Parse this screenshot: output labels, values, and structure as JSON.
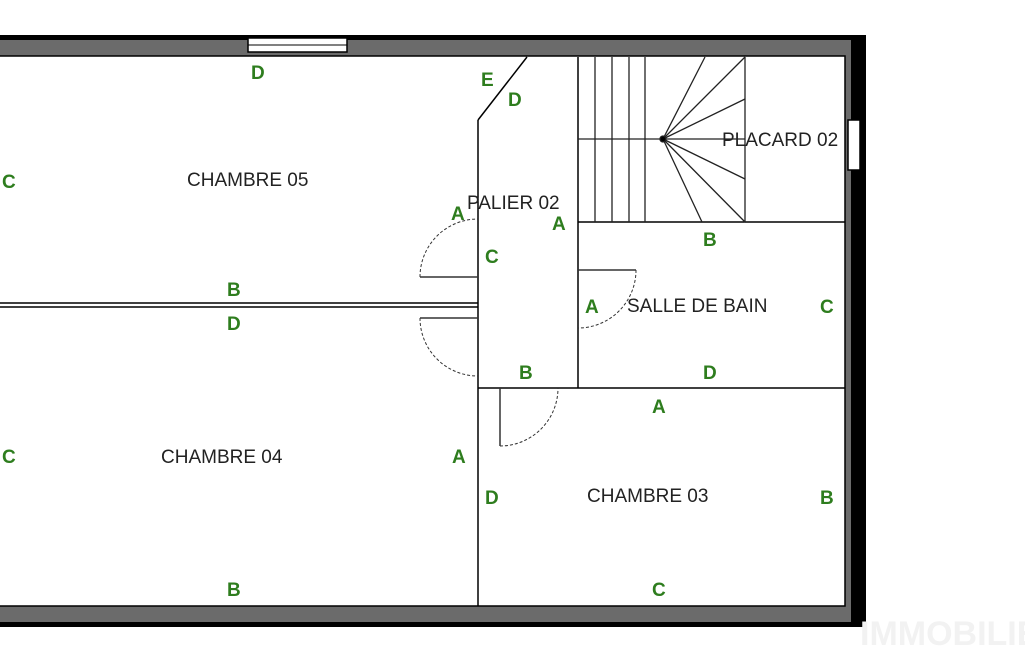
{
  "rooms": {
    "chambre05": "CHAMBRE 05",
    "chambre04": "CHAMBRE 04",
    "chambre03": "CHAMBRE 03",
    "palier02": "PALIER 02",
    "placard02": "PLACARD 02",
    "salle_de_bain": "SALLE DE BAIN"
  },
  "wall_labels": {
    "c05_top": "D",
    "c05_left": "C",
    "c05_right": "A",
    "c05_bottom": "B",
    "c04_top": "D",
    "c04_left": "C",
    "c04_right": "A",
    "c04_bottom": "B",
    "pal_e": "E",
    "pal_d": "D",
    "pal_c": "C",
    "pal_a": "A",
    "pal_b": "B",
    "sdb_top": "B",
    "sdb_left": "A",
    "sdb_right": "C",
    "sdb_bottom": "D",
    "c03_top": "A",
    "c03_left": "D",
    "c03_right": "B",
    "c03_bottom": "C"
  },
  "watermark": "IMMOBILIER",
  "colors": {
    "label": "#2e7d1e",
    "wall_outer": "#000000",
    "wall_inner": "#6b6b6b"
  }
}
